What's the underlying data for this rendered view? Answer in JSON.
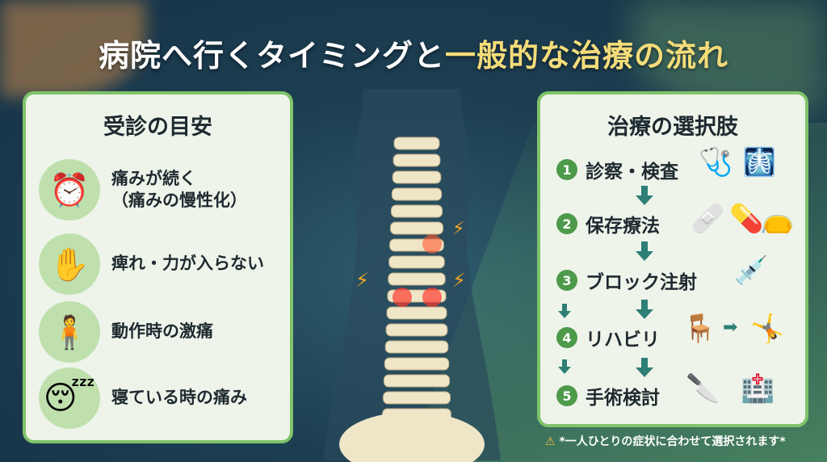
{
  "title": {
    "part1": "病院へ行くタイミングと",
    "part2": "一般的な治療の流れ"
  },
  "left": {
    "heading": "受診の目安",
    "items": [
      {
        "icon": "alarm-clock-icon",
        "glyph": "⏰",
        "line1": "痛みが続く",
        "line2": "（痛みの慢性化）"
      },
      {
        "icon": "numb-hand-icon",
        "glyph": "✋",
        "line1": "痺れ・力が入らない",
        "line2": ""
      },
      {
        "icon": "back-pain-icon",
        "glyph": "🧍",
        "line1": "動作時の激痛",
        "line2": ""
      },
      {
        "icon": "sleeping-icon",
        "glyph": "😴",
        "line1": "寝ている時の痛み",
        "line2": ""
      }
    ]
  },
  "right": {
    "heading": "治療の選択肢",
    "steps": [
      {
        "num": "1",
        "label": "診察・検査"
      },
      {
        "num": "2",
        "label": "保存療法"
      },
      {
        "num": "3",
        "label": "ブロック注射"
      },
      {
        "num": "4",
        "label": "リハビリ"
      },
      {
        "num": "5",
        "label": "手術検討"
      }
    ]
  },
  "note": {
    "warning": "⚠",
    "text": "*一人ひとりの症状に合わせて選択されます*"
  }
}
